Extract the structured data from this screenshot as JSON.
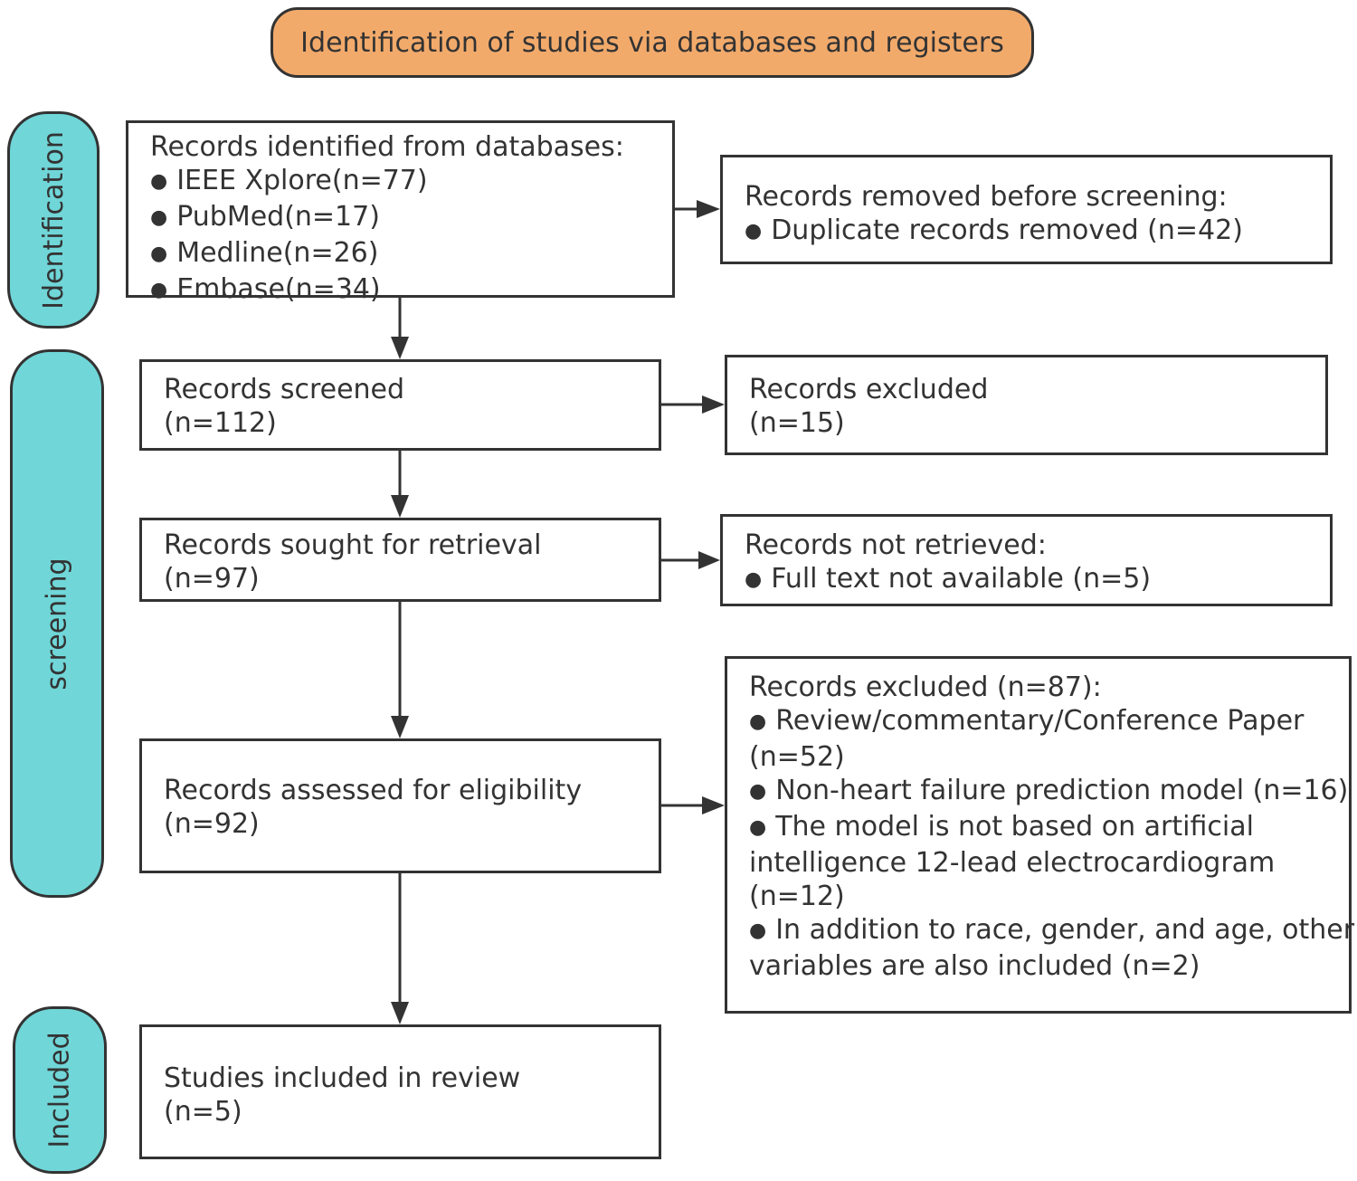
{
  "header": "Identification of studies via databases and registers",
  "phases": {
    "identification": "Identification",
    "screening": "screening",
    "included": "Included"
  },
  "identified": {
    "title": "Records identified from databases:",
    "items": [
      "IEEE Xplore(n=77)",
      "PubMed(n=17)",
      "Medline(n=26)",
      "Embase(n=34)"
    ]
  },
  "removed": {
    "title": "Records removed before screening:",
    "items": [
      "Duplicate records removed (n=42)"
    ]
  },
  "screened": {
    "title": "Records screened",
    "count": "(n=112)"
  },
  "excluded_screen": {
    "title": "Records excluded",
    "count": "(n=15)"
  },
  "retrieval": {
    "title": "Records sought for retrieval",
    "count": "(n=97)"
  },
  "not_retrieved": {
    "title": "Records not retrieved:",
    "items": [
      "Full text not available (n=5)"
    ]
  },
  "eligibility": {
    "title": "Records assessed for eligibility",
    "count": "(n=92)"
  },
  "excluded_full": {
    "title": "Records excluded (n=87):",
    "reasons": [
      [
        "Review/commentary/Conference Paper",
        "(n=52)"
      ],
      [
        "Non-heart failure prediction model (n=16)"
      ],
      [
        "The model is not based on artificial",
        "intelligence 12-lead electrocardiogram",
        "(n=12)"
      ],
      [
        "In addition to race, gender, and age, other",
        "variables are also included (n=2)"
      ]
    ]
  },
  "included": {
    "title": "Studies included in review",
    "count": "(n=5)"
  }
}
